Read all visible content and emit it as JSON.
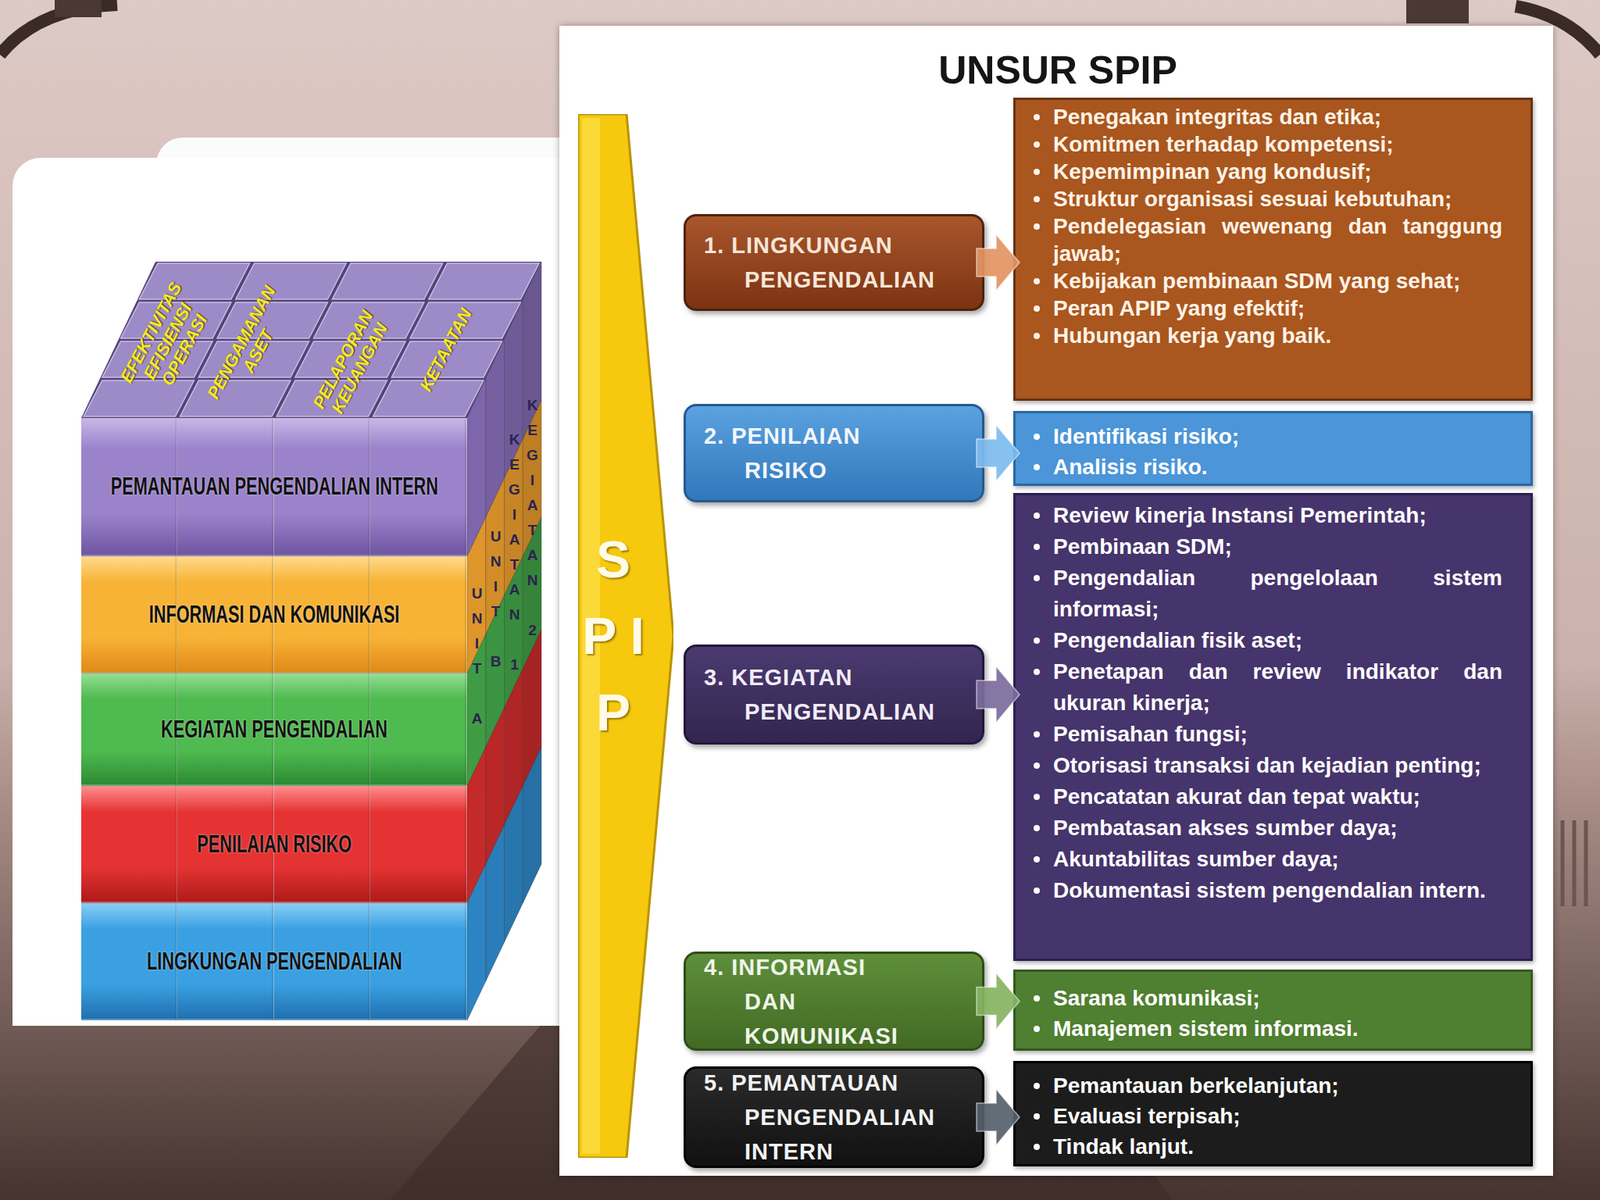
{
  "diagram": {
    "title": "UNSUR SPIP",
    "nodes": [
      {
        "text": [
          "PEMANTAUAN PENGENDALIAN INTERN"
        ]
      },
      {
        "text": [
          "INFORMASI DAN KOMUNIKASI"
        ]
      },
      {
        "text": [
          "KEGIATAN PENGENDALIAN"
        ]
      },
      {
        "text": [
          "PENILAIAN RISIKO"
        ]
      },
      {
        "text": [
          "LINGKUNGAN PENGENDALIAN"
        ]
      },
      {
        "text": [
          "S P I P"
        ]
      },
      {
        "text": [
          "1. LINGKUNGAN PENGENDALIAN"
        ]
      },
      {
        "text": [
          "Penegakan integritas dan etika;",
          "Komitmen terhadap kompetensi;",
          "Kepemimpinan yang kondusif;",
          "Struktur organisasi sesuai kebutuhan;",
          "Pendelegasian wewenang dan tanggung jawab;",
          "Kebijakan pembinaan SDM yang sehat;",
          "Peran APIP yang efektif;",
          "Hubungan kerja yang baik."
        ]
      },
      {
        "text": [
          "2. PENILAIAN RISIKO"
        ]
      },
      {
        "text": [
          "Identifikasi risiko;",
          "Analisis risiko."
        ]
      },
      {
        "text": [
          "3. KEGIATAN PENGENDALIAN"
        ]
      },
      {
        "text": [
          "Review kinerja Instansi Pemerintah;",
          "Pembinaan SDM;",
          "Pengendalian pengelolaan sistem informasi;",
          "Pengendalian fisik aset;",
          "Penetapan dan review indikator dan ukuran kinerja;",
          "Pemisahan fungsi;",
          "Otorisasi transaksi dan kejadian penting;",
          "Pencatatan akurat dan tepat waktu;",
          "Pembatasan akses sumber daya;",
          "Akuntabilitas sumber daya;",
          "Dokumentasi sistem pengendalian intern."
        ]
      },
      {
        "text": [
          "4. INFORMASI DAN KOMUNIKASI"
        ]
      },
      {
        "text": [
          "Sarana komunikasi;",
          "Manajemen sistem informasi."
        ]
      },
      {
        "text": [
          "5. PEMANTAUAN PENGENDALIAN INTERN"
        ]
      },
      {
        "text": [
          "Pemantauan berkelanjutan;",
          "Evaluasi terpisah;",
          "Tindak lanjut."
        ]
      }
    ],
    "edges": [
      {
        "from": 6,
        "to": 7,
        "arrow": "to"
      },
      {
        "from": 8,
        "to": 9,
        "arrow": "to"
      },
      {
        "from": 10,
        "to": 11,
        "arrow": "to"
      },
      {
        "from": 12,
        "to": 13,
        "arrow": "to"
      },
      {
        "from": 14,
        "to": 15,
        "arrow": "to"
      }
    ],
    "labels": [
      "EFEKTIVITAS EFISIENSI OPERASI",
      "PENGAMANAN ASET",
      "PELAPORAN KEUANGAN",
      "KETAATAN",
      "UNIT A",
      "UNIT B",
      "KEGIATAN 1",
      "KEGIATAN 2"
    ]
  }
}
